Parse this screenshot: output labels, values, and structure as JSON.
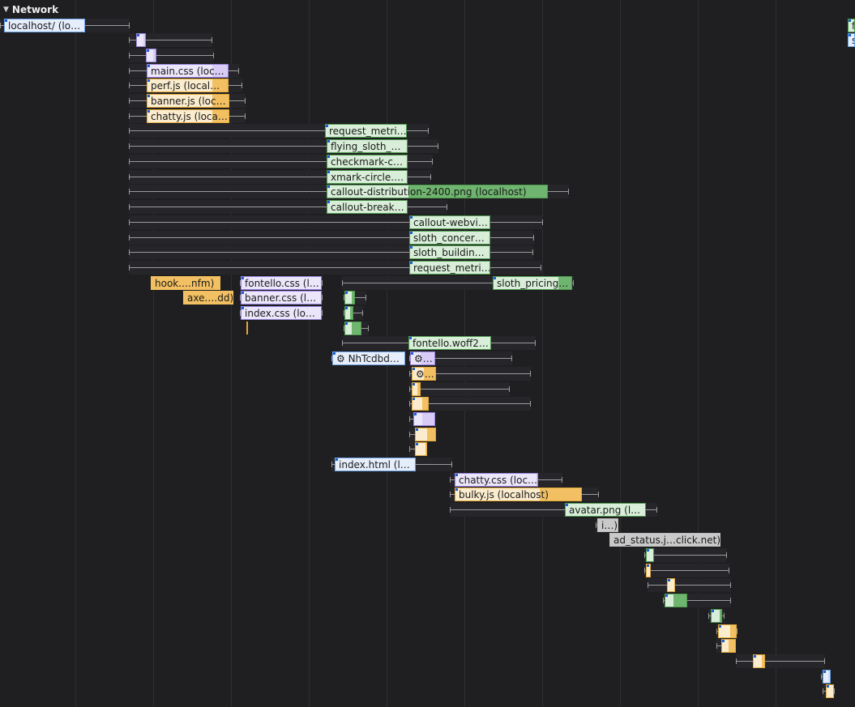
{
  "track": {
    "title": "Network",
    "expanded": true
  },
  "colors": {
    "background": "#1f1f21",
    "document": "#cde0fb",
    "stylesheet": "#d8ccf6",
    "script": "#f2c062",
    "image": "#6fb56f",
    "font": "#5fb05f",
    "other": "#a9a9a9"
  },
  "rows": [
    {
      "label": "localhost/ (lo…",
      "type": "doc"
    },
    {
      "label": "",
      "type": "css"
    },
    {
      "label": "",
      "type": "css"
    },
    {
      "label": "main.css (loc…",
      "type": "css"
    },
    {
      "label": "perf.js (local…",
      "type": "js"
    },
    {
      "label": "banner.js (loc…",
      "type": "js"
    },
    {
      "label": "chatty.js (loca…",
      "type": "js"
    },
    {
      "label": "request_metri…",
      "type": "img"
    },
    {
      "label": "flying_sloth_…",
      "type": "img"
    },
    {
      "label": "checkmark-c…",
      "type": "img"
    },
    {
      "label": "xmark-circle.…",
      "type": "img"
    },
    {
      "label": "callout-distribution-2400.png (localhost)",
      "type": "img"
    },
    {
      "label": "callout-break…",
      "type": "img"
    },
    {
      "label": "callout-webvi…",
      "type": "img"
    },
    {
      "label": "sloth_concer…",
      "type": "img"
    },
    {
      "label": "sloth_buildin…",
      "type": "img"
    },
    {
      "label": "request_metri…",
      "type": "img"
    },
    {
      "label": "hook.…nfm)",
      "type": "ext"
    },
    {
      "label": "fontello.css (l…",
      "type": "css"
    },
    {
      "label": "sloth_pricing…",
      "type": "img"
    },
    {
      "label": "axe.…dd)",
      "type": "ext"
    },
    {
      "label": "banner.css (l…",
      "type": "css"
    },
    {
      "label": "",
      "type": "img"
    },
    {
      "label": "index.css (lo…",
      "type": "css"
    },
    {
      "label": "",
      "type": "img"
    },
    {
      "label": "",
      "type": "img"
    },
    {
      "label": "fontello.woff2…",
      "type": "font"
    },
    {
      "label": "⚙ NhTcdbd…",
      "type": "doc"
    },
    {
      "label": "⚙…",
      "type": "css"
    },
    {
      "label": "⚙…",
      "type": "js"
    },
    {
      "label": "",
      "type": "js"
    },
    {
      "label": "",
      "type": "js"
    },
    {
      "label": "",
      "type": "css"
    },
    {
      "label": "",
      "type": "js"
    },
    {
      "label": "",
      "type": "js"
    },
    {
      "label": "index.html (l…",
      "type": "doc"
    },
    {
      "label": "chatty.css (loc…",
      "type": "css"
    },
    {
      "label": "bulky.js (localhost)",
      "type": "js"
    },
    {
      "label": "avatar.png (l…",
      "type": "img"
    },
    {
      "label": "i…)",
      "type": "other"
    },
    {
      "label": "ad_status.j…click.net)",
      "type": "other"
    },
    {
      "label": "",
      "type": "img"
    },
    {
      "label": "",
      "type": "js"
    },
    {
      "label": "",
      "type": "js"
    },
    {
      "label": "",
      "type": "img"
    },
    {
      "label": "",
      "type": "img"
    },
    {
      "label": "",
      "type": "js"
    },
    {
      "label": "",
      "type": "js"
    },
    {
      "label": "",
      "type": "js"
    },
    {
      "label": "",
      "type": "doc"
    },
    {
      "label": "",
      "type": "js"
    },
    {
      "label": "f",
      "type": "img"
    },
    {
      "label": "s",
      "type": "doc"
    }
  ]
}
